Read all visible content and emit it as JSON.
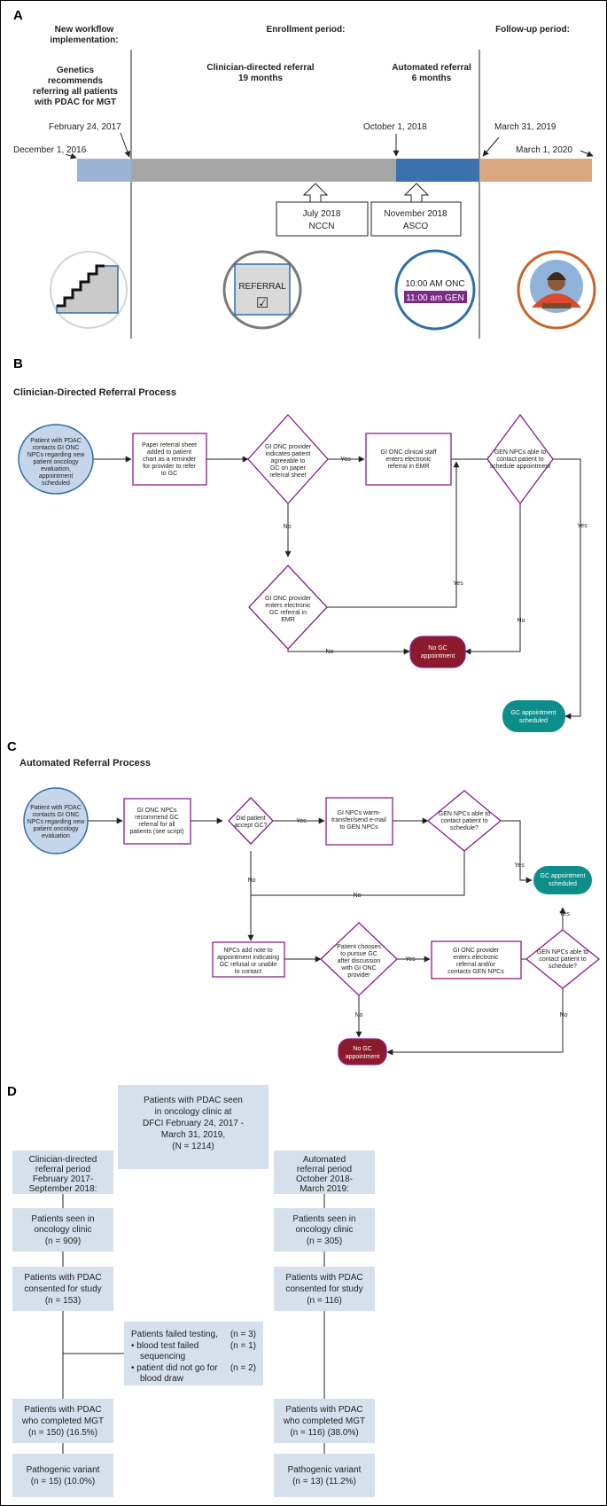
{
  "panels": {
    "a": "A",
    "b": "B",
    "c": "C",
    "d": "D"
  },
  "timeline": {
    "headers": {
      "new_workflow": [
        "New workflow",
        "implementation:"
      ],
      "enrollment": "Enrollment period:",
      "followup": "Follow-up period:"
    },
    "genetics_note": [
      "Genetics",
      "recommends",
      "referring all patients",
      "with PDAC for MGT"
    ],
    "clinician_period": [
      "Clinician-directed referral",
      "19 months"
    ],
    "automated_period": [
      "Automated referral",
      "6 months"
    ],
    "dates": {
      "d1": "December 1, 2016",
      "d2": "February 24, 2017",
      "d3": "October 1, 2018",
      "d4": "March 31, 2019",
      "d5": "March 1, 2020"
    },
    "events": [
      {
        "line1": "July 2018",
        "line2": "NCCN"
      },
      {
        "line1": "November 2018",
        "line2": "ASCO"
      }
    ],
    "referral_label": "REFERRAL",
    "checkbox": "☑",
    "onc_time": "10:00 AM ONC",
    "gen_time": "11:00 am GEN",
    "colors": {
      "blue_light": "#9cb3d4",
      "gray": "#a6a6a6",
      "blue_dark": "#3a72ad",
      "tan": "#dba57f",
      "purple": "#7a2b86",
      "orange": "#c8652a"
    }
  },
  "flow_b": {
    "title": "Clinician-Directed Referral Process",
    "start": [
      "Patient with PDAC",
      "contacts GI ONC",
      "NPCs regarding new",
      "patient oncology",
      "evaluation,",
      "appointment",
      "scheduled"
    ],
    "paper": [
      "Paper referral sheet",
      "added to patient",
      "chart as a reminder",
      "for provider to refer",
      "to GC"
    ],
    "provider_agree": [
      "GI ONC provider",
      "indicates patient",
      "agreeable to",
      "GC on paper",
      "referral sheet"
    ],
    "staff_emr": [
      "GI ONC clinical staff",
      "enters electronic",
      "referral in EMR"
    ],
    "gen_npcs": [
      "GEN NPCs able to",
      "contact patient to",
      "schedule appointment"
    ],
    "provider_emr": [
      "GI ONC provider",
      "enters electronic",
      "GC referral in",
      "EMR"
    ],
    "no_gc": [
      "No GC",
      "appointment"
    ],
    "gc_sched": [
      "GC appointment",
      "scheduled"
    ],
    "yes": "Yes",
    "no": "No"
  },
  "flow_c": {
    "title": "Automated Referral Process",
    "start": [
      "Patient with PDAC",
      "contacts GI ONC",
      "NPCs regarding new",
      "patient oncology",
      "evaluation"
    ],
    "recommend": [
      "GI ONC NPCs",
      "recommend GC",
      "referral for all",
      "patients (see script)"
    ],
    "accept": [
      "Did patient",
      "accept GC?"
    ],
    "warm": [
      "GI NPCs warm-",
      "transfer/send e-mail",
      "to GEN NPCs"
    ],
    "gen_npcs1": [
      "GEN NPCs able to",
      "contact patient to",
      "schedule?"
    ],
    "gc_sched": [
      "GC appointment",
      "scheduled"
    ],
    "note": [
      "NPCs add note to",
      "appointment indicating",
      "GC refusal or unable",
      "to contact"
    ],
    "pursue": [
      "Patient chooses",
      "to pursue GC",
      "after discussion",
      "with GI ONC",
      "provider"
    ],
    "provider_emr": [
      "GI ONC provider",
      "enters electronic",
      "referral and/or",
      "contacts GEN NPCs"
    ],
    "gen_npcs2": [
      "GEN NPCs able to",
      "contact patient to",
      "schedule?"
    ],
    "no_gc": [
      "No GC",
      "appointment"
    ],
    "yes": "Yes",
    "no": "No"
  },
  "consort": {
    "top": [
      "Patients with PDAC seen",
      "in oncology clinic at",
      "DFCI February 24, 2017 -",
      "March 31, 2019,",
      "(N = 1214)"
    ],
    "left_period": [
      "Clinician-directed",
      "referral period",
      "February 2017-",
      "September 2018:"
    ],
    "right_period": [
      "Automated",
      "referral period",
      "October 2018-",
      "March 2019:"
    ],
    "left_seen": [
      "Patients seen in",
      "oncology clinic",
      "(n = 909)"
    ],
    "right_seen": [
      "Patients seen in",
      "oncology clinic",
      "(n = 305)"
    ],
    "left_consent": [
      "Patients with PDAC",
      "consented for study",
      "(n = 153)"
    ],
    "right_consent": [
      "Patients with PDAC",
      "consented for study",
      "(n = 116)"
    ],
    "failed": {
      "title": "Patients failed testing,",
      "title_n": "(n = 3)",
      "b1": "• blood test failed",
      "b1_n": "(n = 1)",
      "b1b": "sequencing",
      "b2": "• patient did not go for",
      "b2_n": "(n = 2)",
      "b2b": "blood draw"
    },
    "left_mgt": [
      "Patients with PDAC",
      "who completed MGT",
      "(n = 150) (16.5%)"
    ],
    "right_mgt": [
      "Patients with PDAC",
      "who completed MGT",
      "(n = 116) (38.0%)"
    ],
    "left_path": [
      "Pathogenic variant",
      "(n = 15) (10.0%)"
    ],
    "right_path": [
      "Pathogenic variant",
      "(n = 13) (11.2%)"
    ]
  }
}
